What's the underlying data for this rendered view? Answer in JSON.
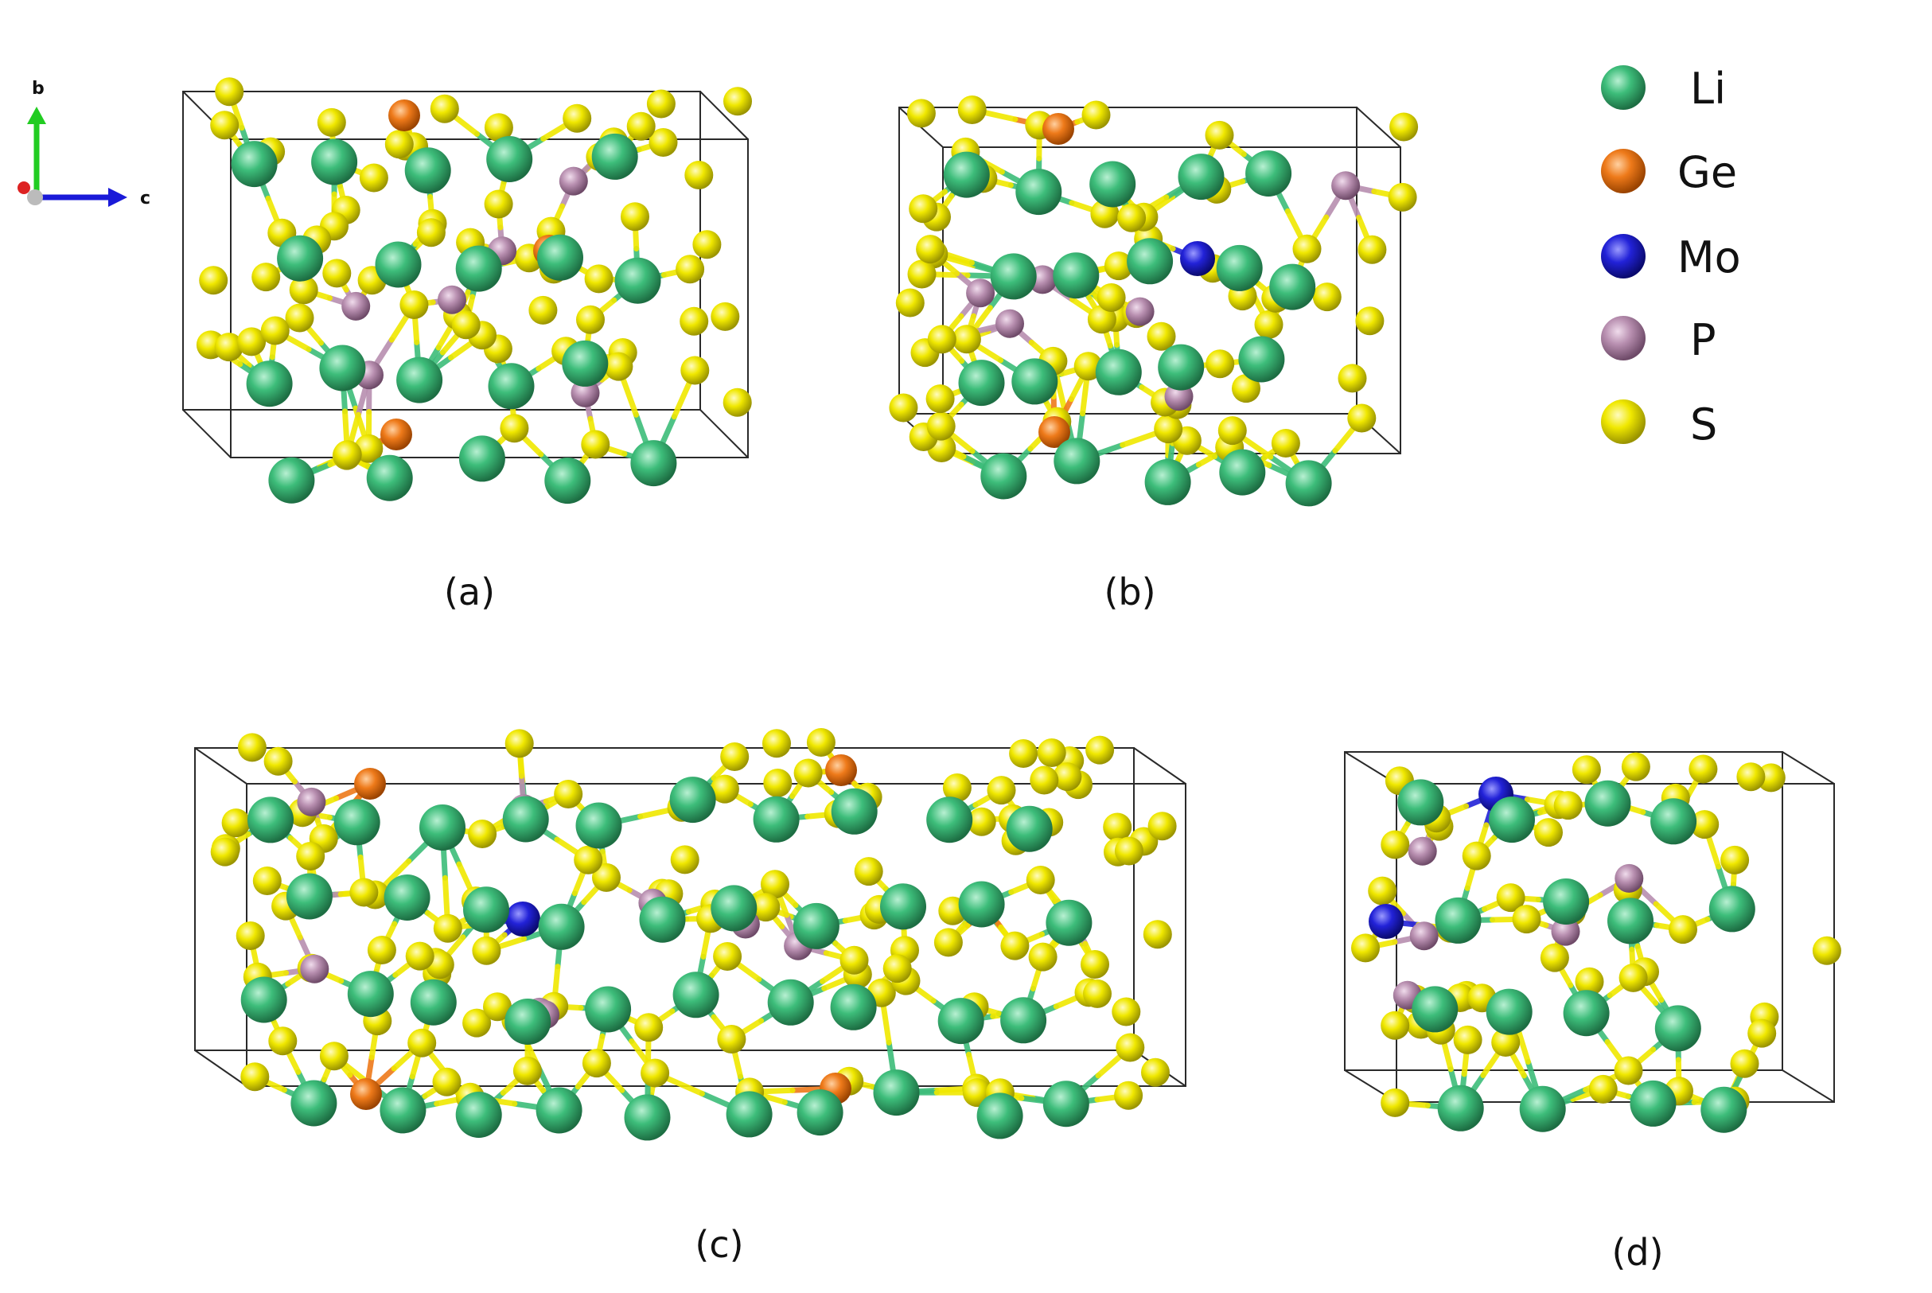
{
  "axes_indicator": {
    "labels": [
      "b",
      "c"
    ],
    "colors": {
      "b": "#22cc22",
      "c": "#1a1ad8",
      "a": "#dd2222",
      "origin": "#bbbbbb"
    }
  },
  "legend": {
    "items": [
      {
        "label": "Li",
        "color": "#3dbd7a"
      },
      {
        "label": "Ge",
        "color": "#ee7a1a"
      },
      {
        "label": "Mo",
        "color": "#2222d8"
      },
      {
        "label": "P",
        "color": "#b88fb0"
      },
      {
        "label": "S",
        "color": "#f0e800"
      }
    ]
  },
  "panels": [
    {
      "id": "a",
      "label": "(a)"
    },
    {
      "id": "b",
      "label": "(b)"
    },
    {
      "id": "c",
      "label": "(c)"
    },
    {
      "id": "d",
      "label": "(d)"
    }
  ]
}
